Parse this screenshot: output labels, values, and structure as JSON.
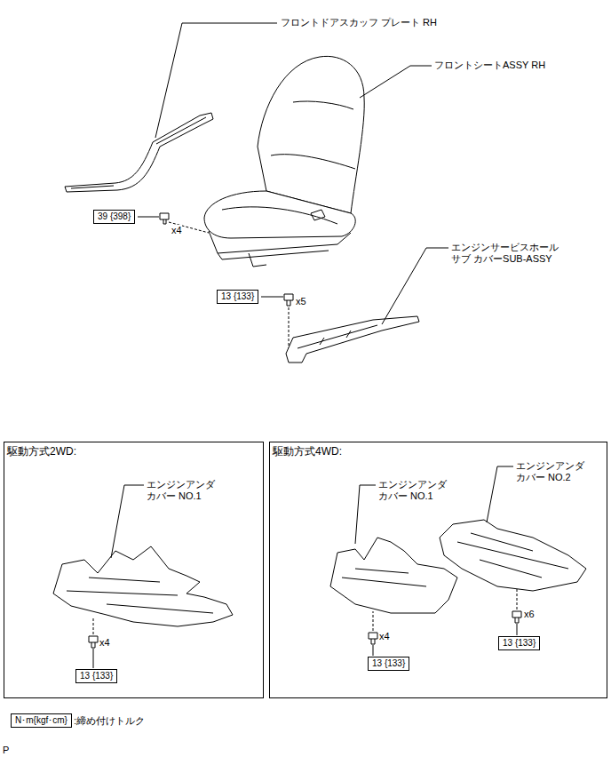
{
  "diagram": {
    "nodes": [
      {
        "text": [
          "39 {398}"
        ]
      },
      {
        "text": [
          "13 {133}"
        ]
      },
      {
        "text": [
          "駆動方式2WD:"
        ]
      },
      {
        "text": [
          "13 {133}"
        ],
        "in": 2
      },
      {
        "text": [
          "駆動方式4WD:"
        ]
      },
      {
        "text": [
          "13 {133}"
        ],
        "in": 4
      },
      {
        "text": [
          "13 {133}"
        ],
        "in": 4
      },
      {
        "text": [
          "N･m{kgf･cm}"
        ]
      }
    ],
    "labels": [
      "フロントドアスカッフ プレート RH",
      "フロントシートASSY RH",
      "x4",
      "エンジンサービスホール サブ カバーSUB-ASSY",
      "x5",
      "エンジンアンダ カバー NO.1",
      "x4",
      "エンジンアンダ カバー NO.1",
      "x4",
      "エンジンアンダ カバー NO.2",
      "x6",
      "P"
    ],
    "legend": [
      {
        "text": ":締め付けトルク"
      }
    ]
  }
}
